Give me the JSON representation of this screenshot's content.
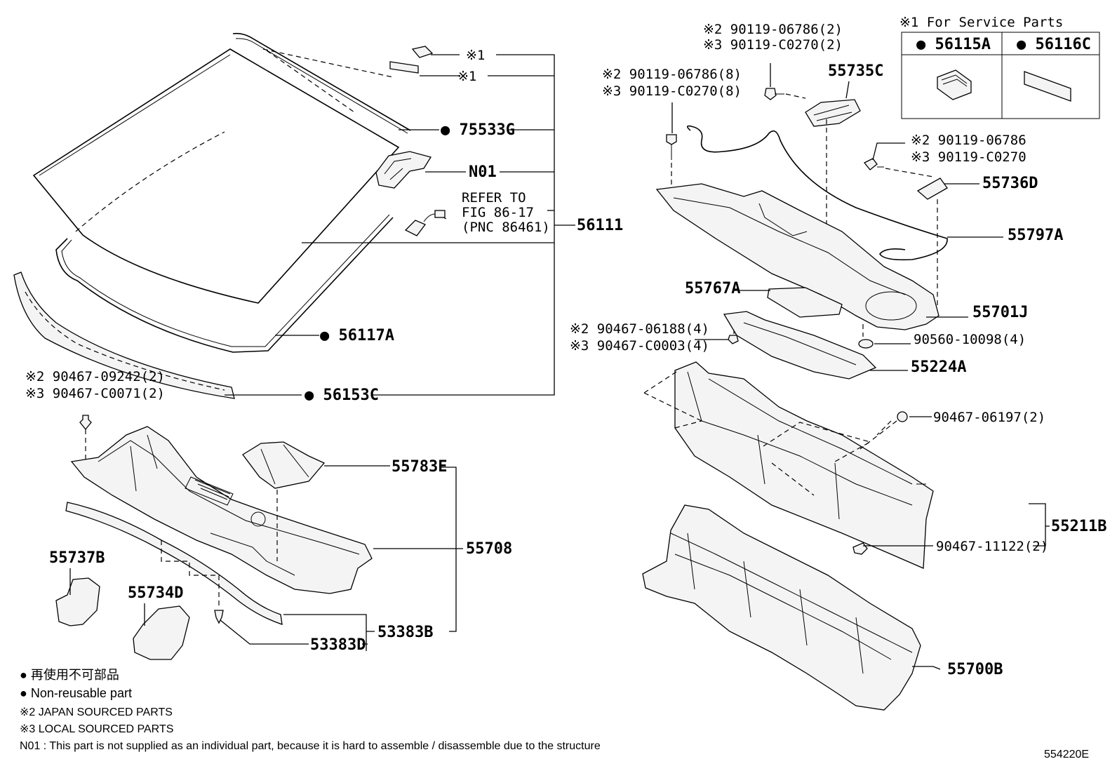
{
  "service_table": {
    "title": "※1 For Service Parts",
    "col1": "● 56115A",
    "col2": "● 56116C"
  },
  "labels": {
    "note1_a": "※1",
    "note1_b": "※1",
    "p75533G": "● 75533G",
    "pN01": "N01",
    "refer1": "REFER TO",
    "refer2": "FIG 86-17",
    "refer3": "(PNC 86461)",
    "p56111": "56111",
    "p56117A": "● 56117A",
    "p56153C": "● 56153C",
    "bolt_09242_2": "※2 90467-09242(2)",
    "bolt_c0071_3": "※3 90467-C0071(2)",
    "p55783E": "55783E",
    "p55708": "55708",
    "p55737B": "55737B",
    "p55734D": "55734D",
    "p53383B": "53383B",
    "p53383D": "53383D",
    "top_06786_2": "※2 90119-06786(2)",
    "top_c0270_2": "※3 90119-C0270(2)",
    "p55735C": "55735C",
    "mid_06786_8": "※2 90119-06786(8)",
    "mid_c0270_8": "※3 90119-C0270(8)",
    "r_06786": "※2 90119-06786",
    "r_c0270": "※3 90119-C0270",
    "p55736D": "55736D",
    "p55797A": "55797A",
    "p55767A": "55767A",
    "p55701J": "55701J",
    "c_06188": "※2 90467-06188(4)",
    "c_c0003": "※3 90467-C0003(4)",
    "p90560": "90560-10098(4)",
    "p55224A": "55224A",
    "p90467_06197": "90467-06197(2)",
    "p55211B": "55211B",
    "p90467_11122": "90467-11122(2)",
    "p55700B": "55700B"
  },
  "legend": {
    "jp": "● 再使用不可部品",
    "en": "● Non-reusable part",
    "japan": "※2 JAPAN SOURCED PARTS",
    "local": "※3 LOCAL SOURCED PARTS",
    "n01": "N01 : This part is not supplied as an individual part, because it is hard to assemble / disassemble due to the structure"
  },
  "figure_id": "554220E"
}
